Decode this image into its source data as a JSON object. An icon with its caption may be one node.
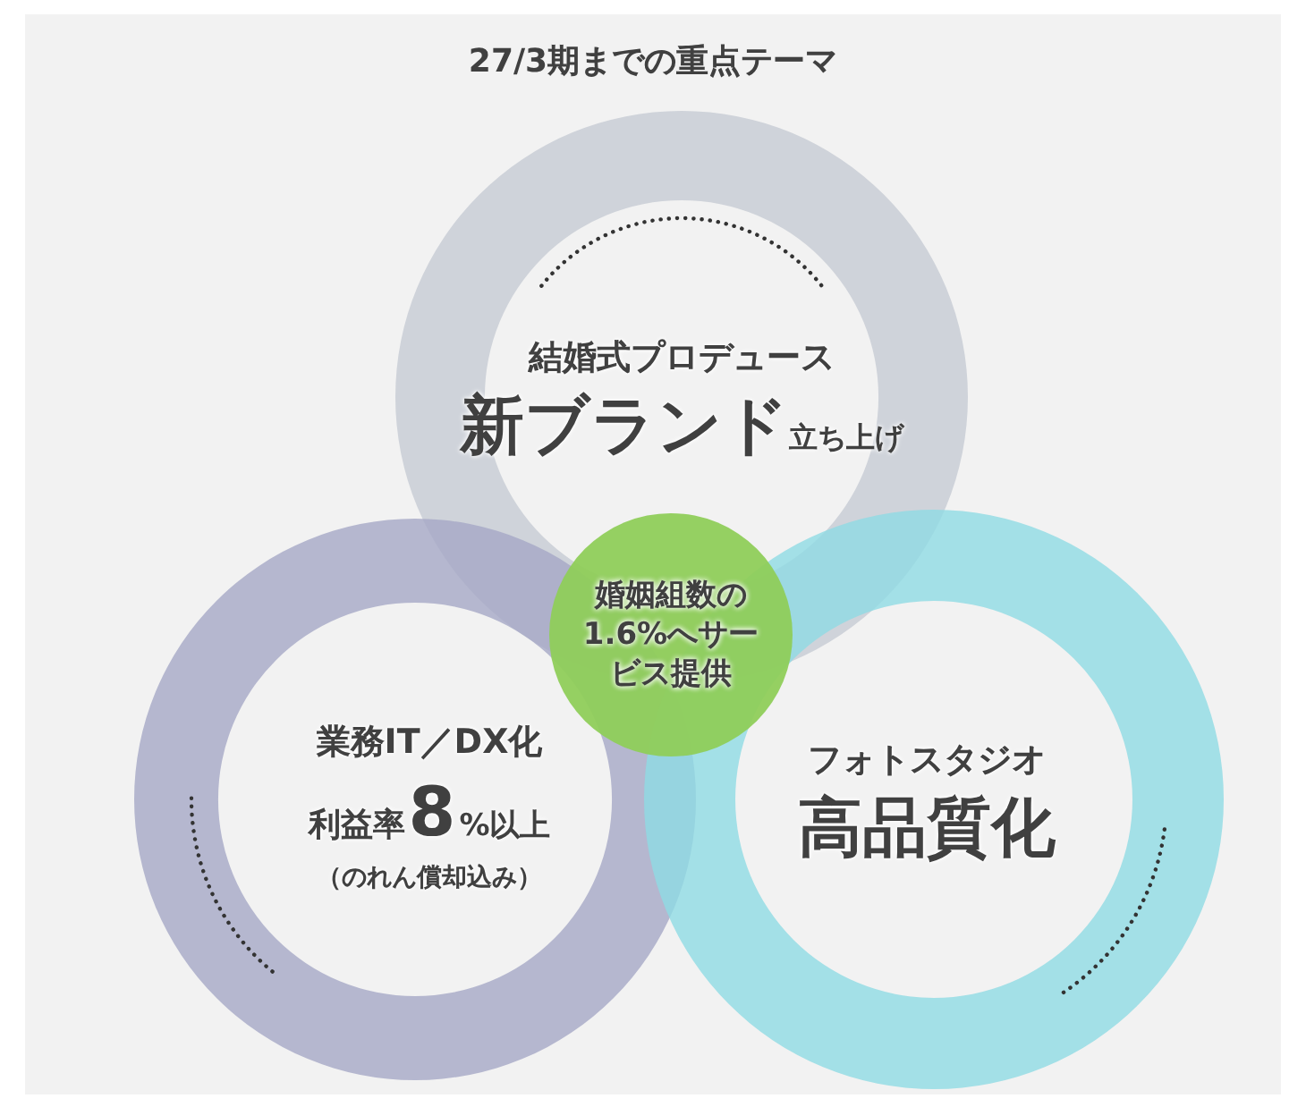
{
  "diagram": {
    "title": "27/3期までの重点テーマ",
    "nodes": [
      {
        "text": [
          "結婚式プロデュース",
          "新ブランド",
          "立ち上げ"
        ]
      },
      {
        "text": [
          "業務IT／DX化",
          "利益率",
          "8",
          "%以上",
          "（のれん償却込み）"
        ]
      },
      {
        "text": [
          "フォトスタジオ",
          "高品質化"
        ]
      },
      {
        "text": [
          "婚姻組数の1.6%へサービス提供"
        ]
      }
    ],
    "edges": []
  }
}
